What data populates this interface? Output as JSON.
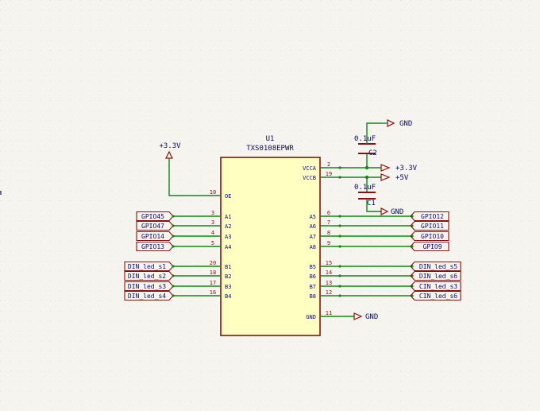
{
  "component": {
    "ref": "U1",
    "value": "TXS0108EPWR",
    "pins_left": [
      {
        "num": "10",
        "name": "OE"
      },
      {
        "num": "3",
        "name": "A1"
      },
      {
        "num": "3",
        "name": "A2"
      },
      {
        "num": "4",
        "name": "A3"
      },
      {
        "num": "5",
        "name": "A4"
      },
      {
        "num": "20",
        "name": "B1"
      },
      {
        "num": "18",
        "name": "B2"
      },
      {
        "num": "17",
        "name": "B3"
      },
      {
        "num": "16",
        "name": "B4"
      }
    ],
    "pins_right": [
      {
        "num": "2",
        "name": "VCCA"
      },
      {
        "num": "19",
        "name": "VCCB"
      },
      {
        "num": "6",
        "name": "A5"
      },
      {
        "num": "7",
        "name": "A6"
      },
      {
        "num": "8",
        "name": "A7"
      },
      {
        "num": "9",
        "name": "A8"
      },
      {
        "num": "15",
        "name": "B5"
      },
      {
        "num": "14",
        "name": "B6"
      },
      {
        "num": "13",
        "name": "B7"
      },
      {
        "num": "12",
        "name": "B8"
      },
      {
        "num": "11",
        "name": "GND"
      }
    ]
  },
  "labels_left": [
    "GPIO45",
    "GPIO47",
    "GPIO14",
    "GPIO13",
    "DIN_led_s1",
    "DIN_led_s2",
    "DIN_led_s3",
    "DIN_led_s4"
  ],
  "labels_right": [
    "GPIO12",
    "GPIO11",
    "GPIO10",
    "GPIO9",
    "DIN_led_s5",
    "DIN_led_s6",
    "CIN_led_s3",
    "CIN_led_s6"
  ],
  "power": {
    "v33_top": "+3.3V",
    "v33_right": "+3.3V",
    "v5": "+5V",
    "gnd_top": "GND",
    "gnd_mid": "GND",
    "gnd_bottom": "GND"
  },
  "capacitors": [
    {
      "ref": "C2",
      "value": "0.1uF"
    },
    {
      "ref": "C1",
      "value": "0.1uF"
    }
  ],
  "colors": {
    "background": "#f5f4ef",
    "wire": "#0f8a0f",
    "body_fill": "#ffffc2",
    "body_stroke": "#8a1010",
    "text": "#0a0a6a",
    "label_stroke": "#8a1010",
    "pin_number": "#8a1010",
    "pin_name": "#0a0a6a"
  }
}
